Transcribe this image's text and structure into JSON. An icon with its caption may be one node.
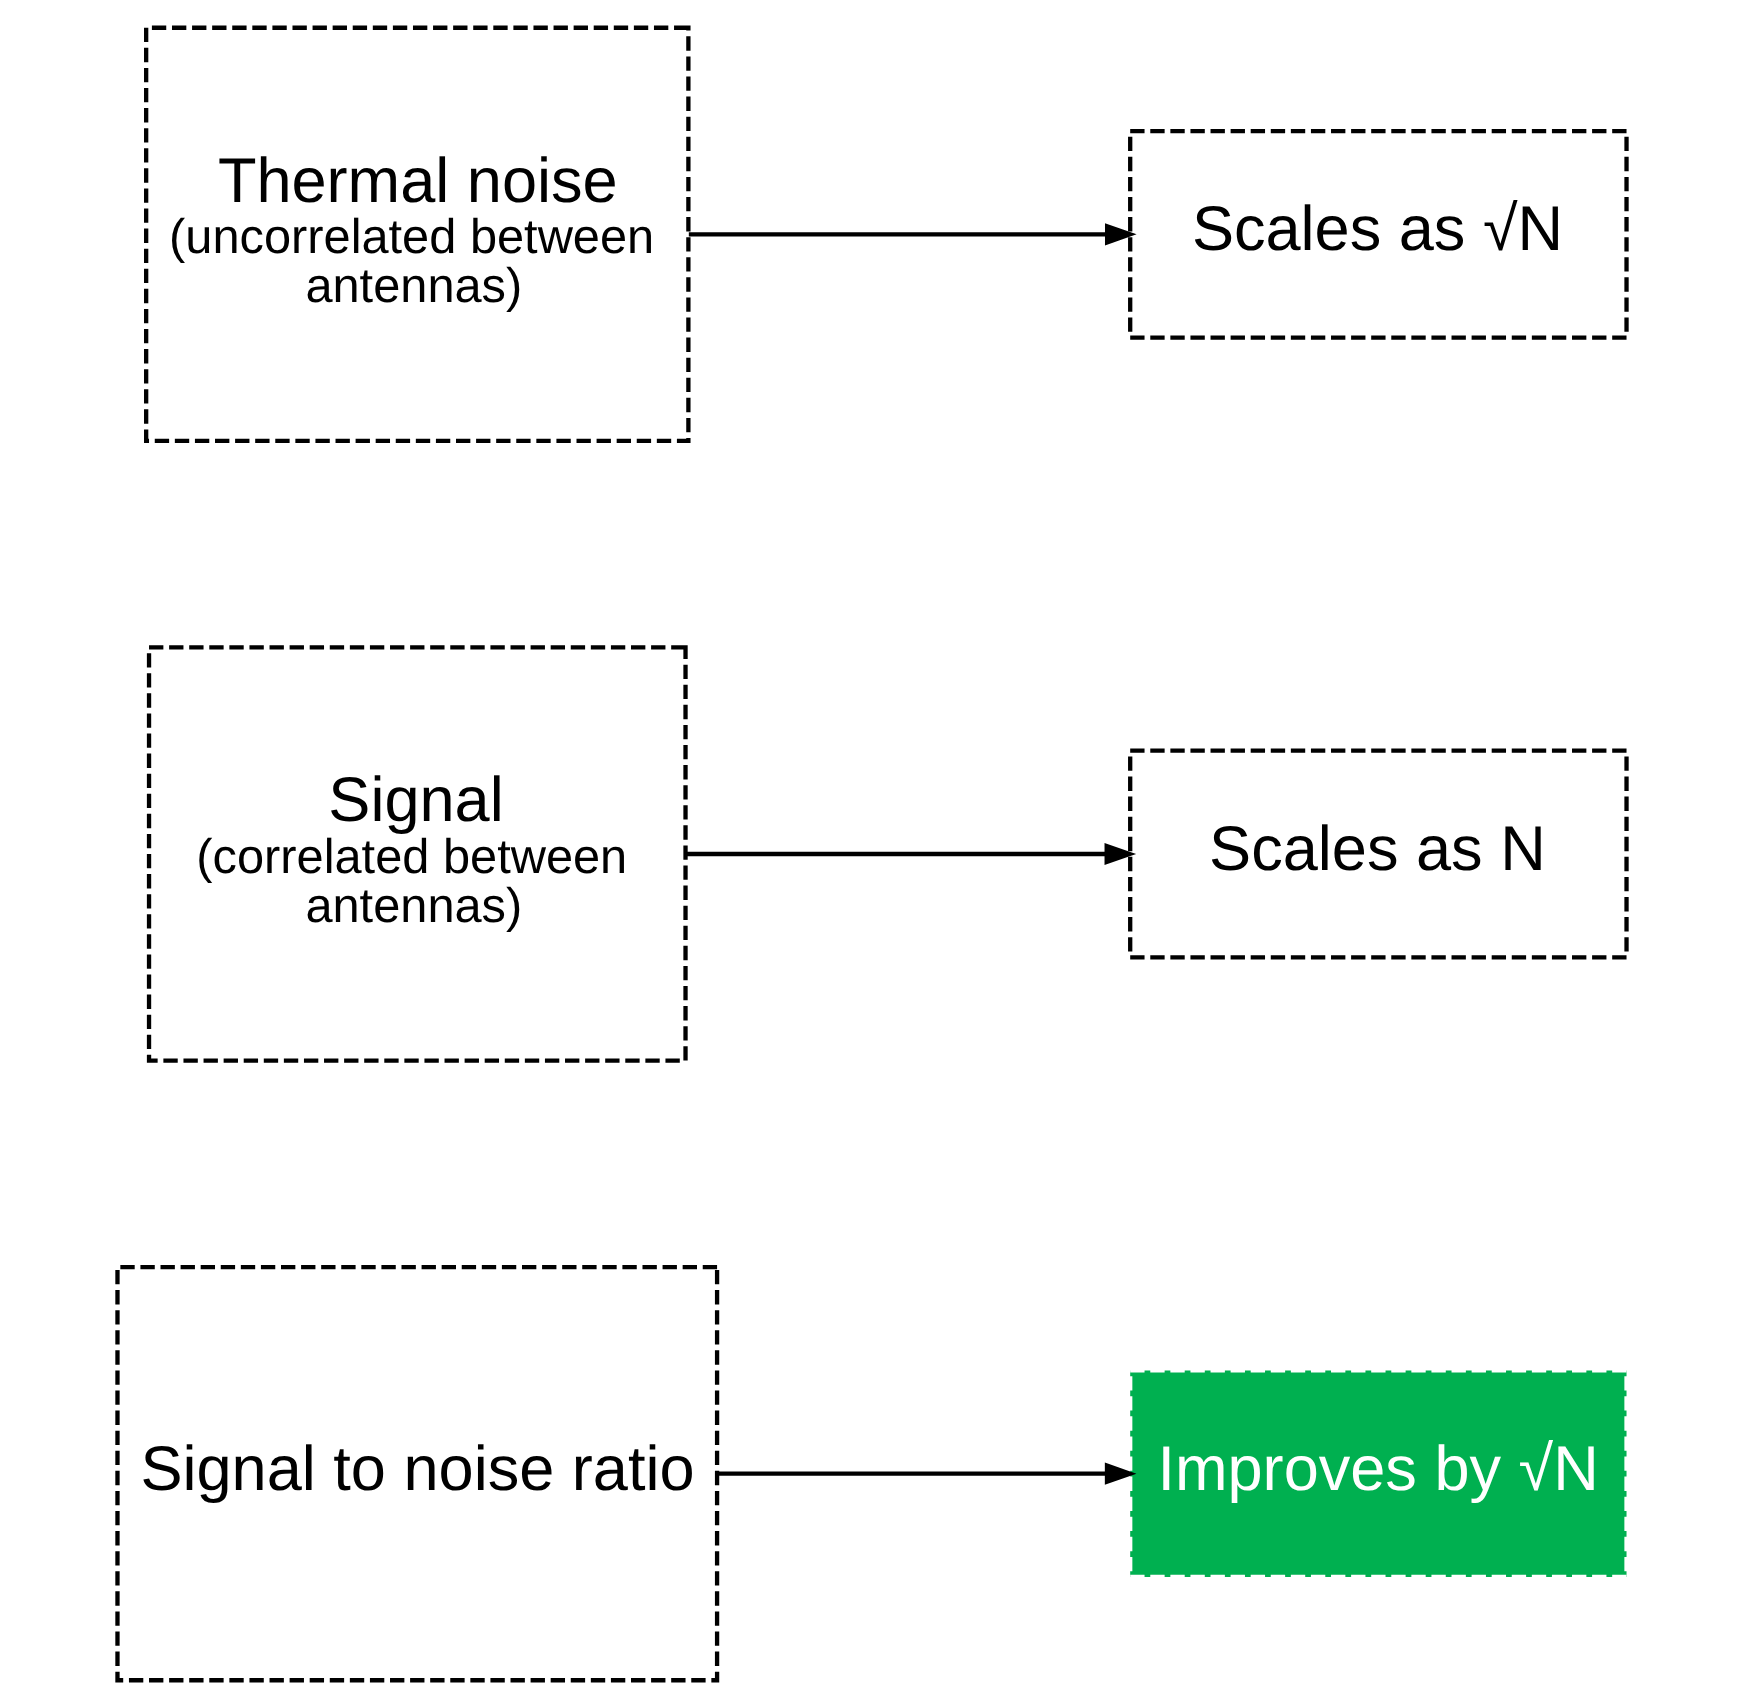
{
  "diagram": {
    "nodes": [
      {
        "text": [
          "Thermal noise",
          "(uncorrelated between antennas)"
        ]
      },
      {
        "text": [
          "Scales as √N"
        ]
      },
      {
        "text": [
          "Signal",
          "(correlated between antennas)"
        ]
      },
      {
        "text": [
          "Scales as N"
        ]
      },
      {
        "text": [
          "Signal to noise ratio"
        ]
      },
      {
        "text": [
          "Improves by √N"
        ]
      }
    ],
    "edges": [
      {
        "from": 0,
        "to": 1,
        "arrow": "to"
      },
      {
        "from": 2,
        "to": 3,
        "arrow": "to"
      },
      {
        "from": 4,
        "to": 5,
        "arrow": "to"
      }
    ]
  }
}
